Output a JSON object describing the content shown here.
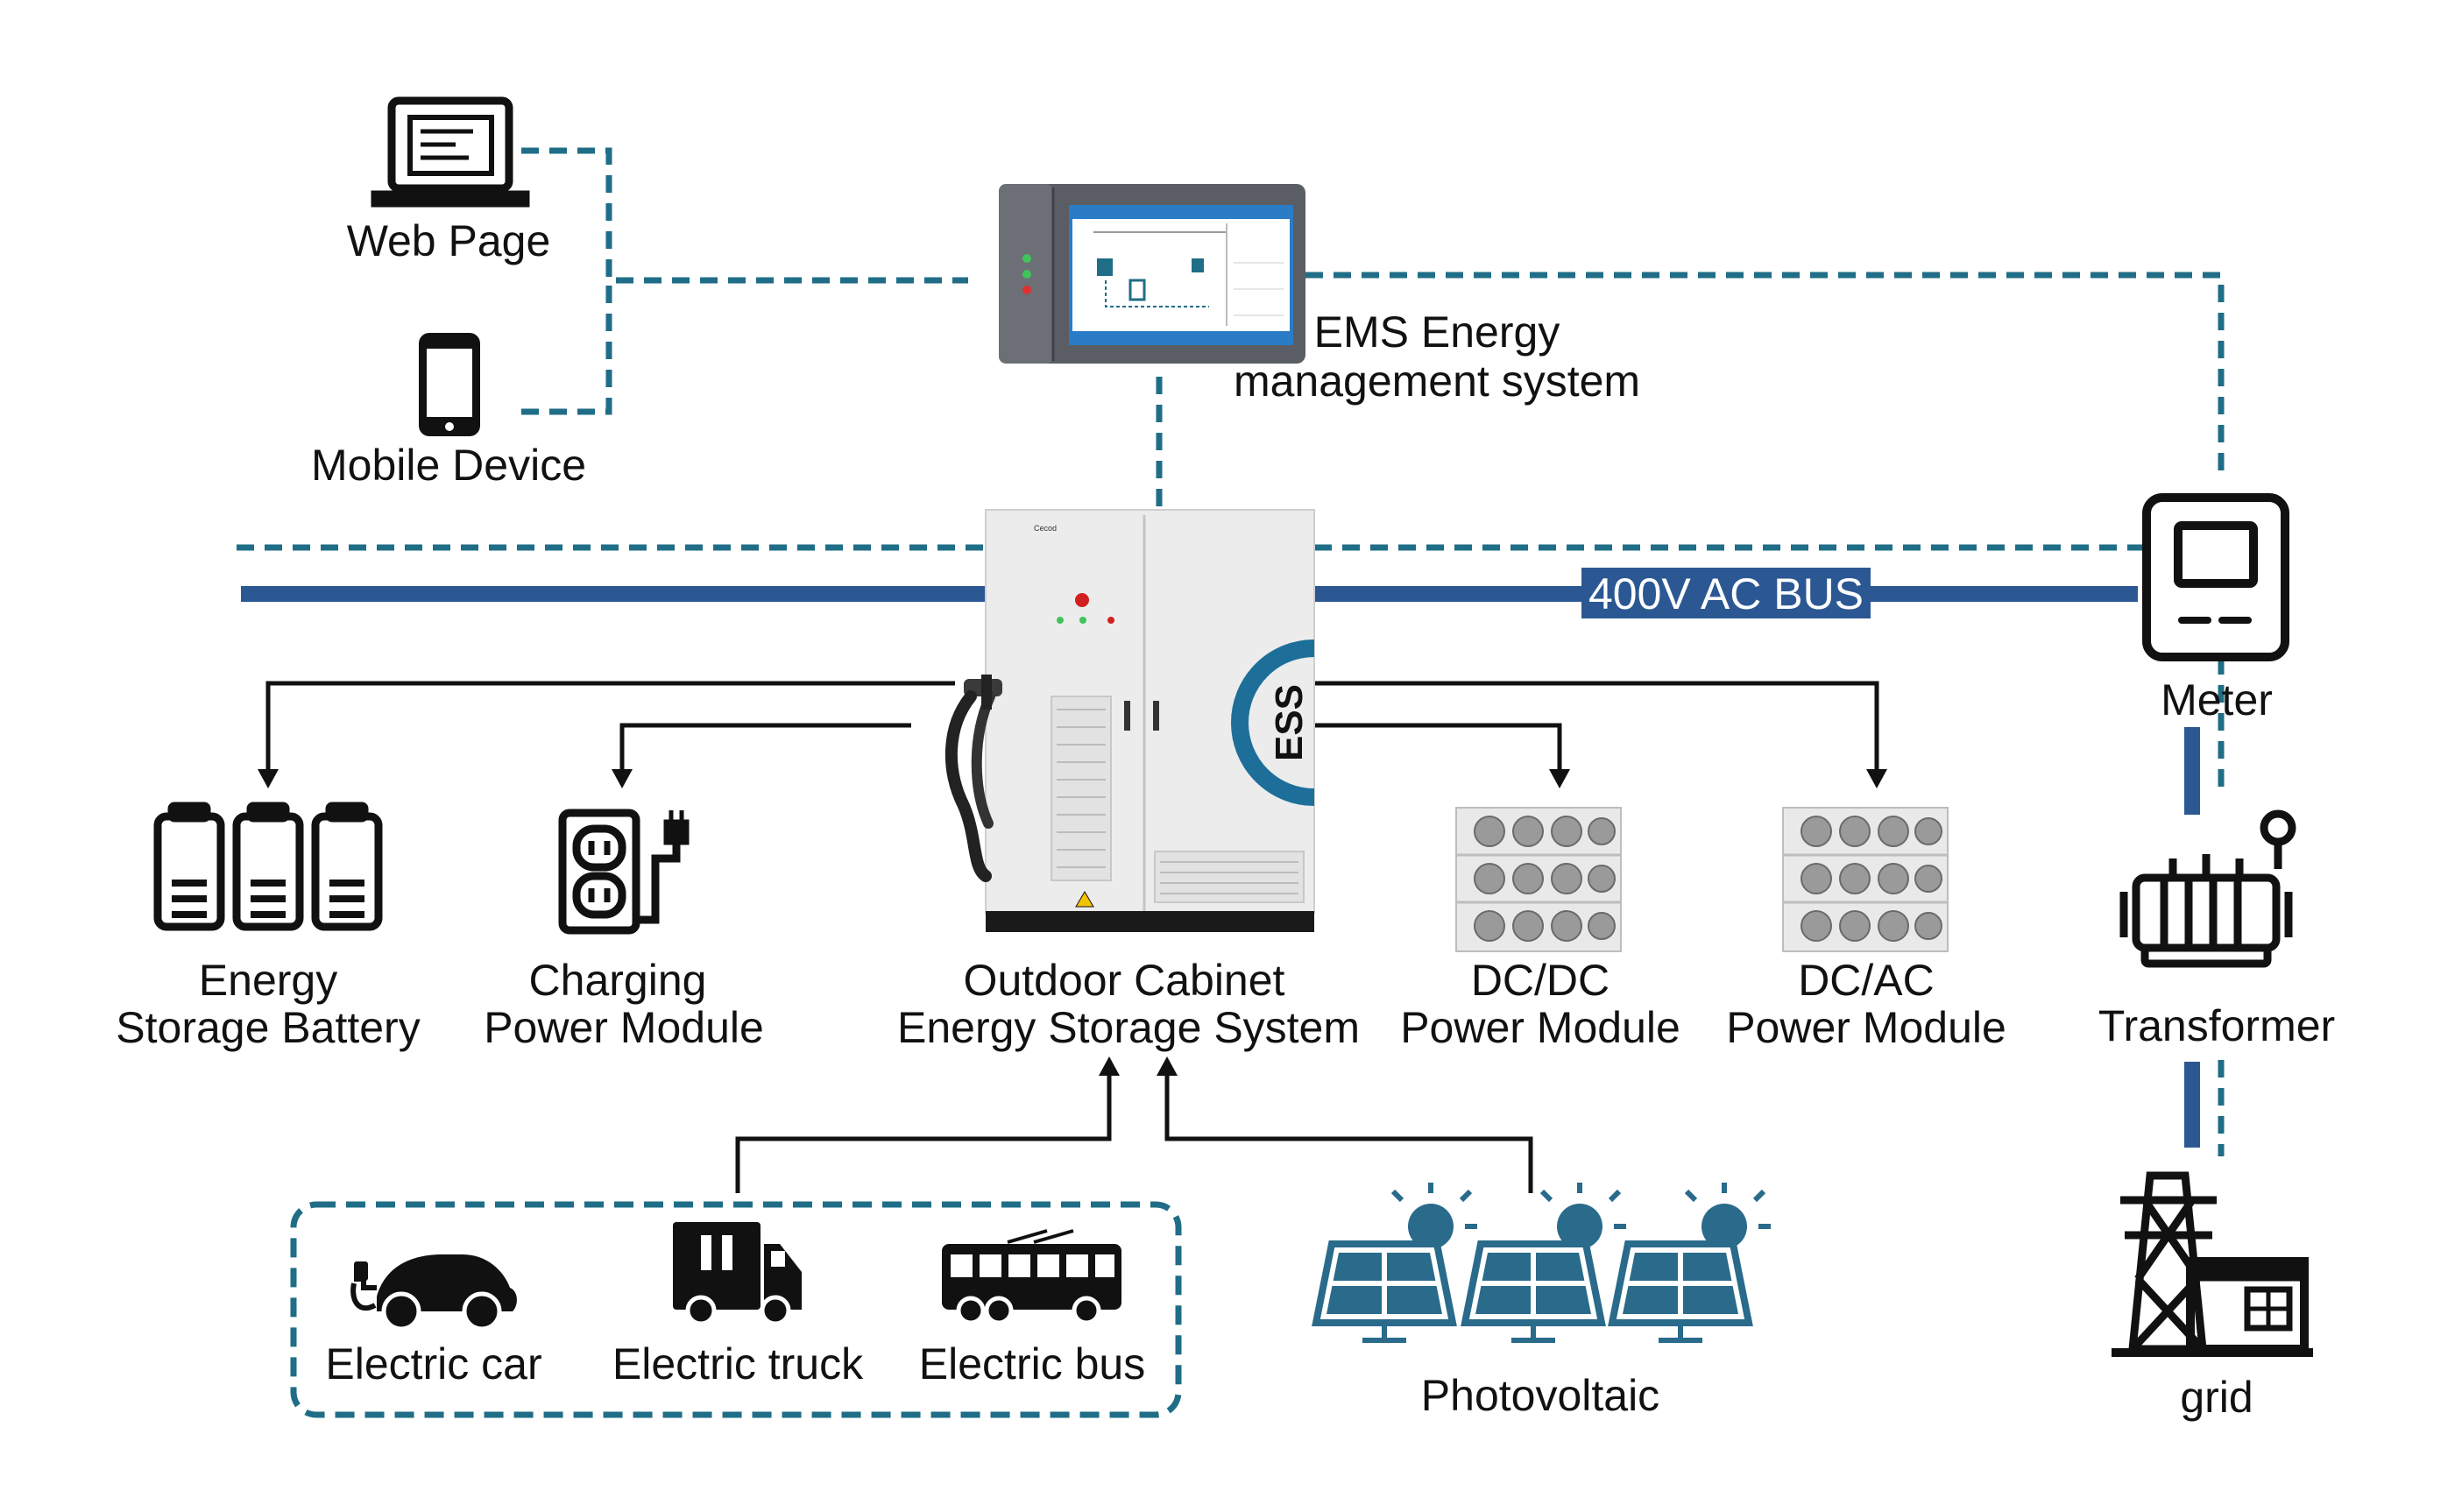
{
  "colors": {
    "teal": "#1f6d86",
    "navy": "#2b5893",
    "dark": "#111111",
    "ess_ring": "#1d6f9a",
    "pv_panel": "#2a6a8b",
    "sun": "#2a6a8b",
    "cabinet": "#eeeeee"
  },
  "labels": {
    "web_page": "Web Page",
    "mobile_device": "Mobile Device",
    "ems_line1": "EMS Energy",
    "ems_line2": "management system",
    "bus": "400V AC BUS",
    "meter": "Meter",
    "transformer": "Transformer",
    "grid": "grid",
    "battery_line1": "Energy",
    "battery_line2": "Storage Battery",
    "charging_line1": "Charging",
    "charging_line2": "Power Module",
    "cabinet_line1": "Outdoor Cabinet",
    "cabinet_line2": "Energy Storage System",
    "dcdc_line1": "DC/DC",
    "dcdc_line2": "Power Module",
    "dcac_line1": "DC/AC",
    "dcac_line2": "Power Module",
    "electric_car": "Electric car",
    "electric_truck": "Electric truck",
    "electric_bus": "Electric bus",
    "photovoltaic": "Photovoltaic",
    "cabinet_brand": "Cecod",
    "ess_mark": "ESS"
  },
  "icons": [
    "laptop-icon",
    "smartphone-icon",
    "ems-panel-icon",
    "meter-icon",
    "transformer-icon",
    "grid-tower-icon",
    "battery-icon",
    "charging-socket-icon",
    "cabinet-icon",
    "power-module-icon",
    "car-icon",
    "truck-icon",
    "bus-icon",
    "solar-panel-icon"
  ]
}
